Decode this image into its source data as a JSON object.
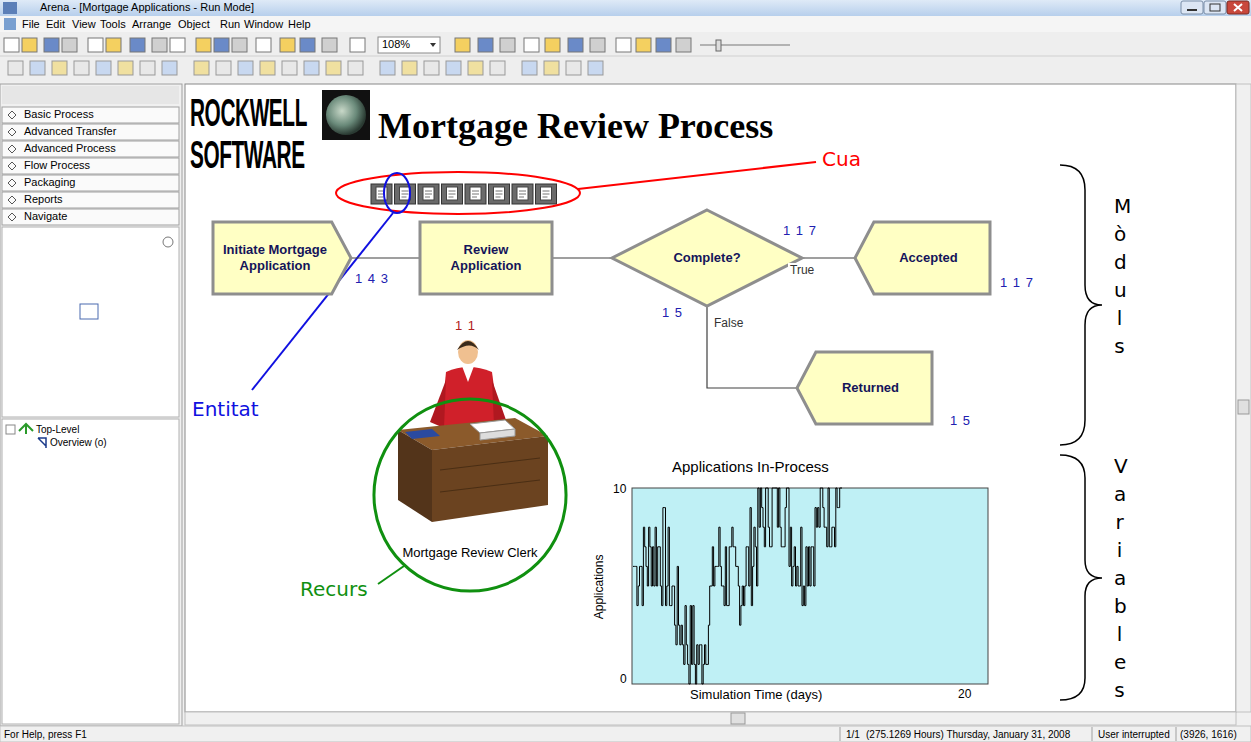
{
  "diagram": {
    "title": "Mortgage Review Process",
    "nodes": [
      {
        "text": [
          "Initiate Mortgage Application"
        ]
      },
      {
        "text": [
          "Review Application"
        ]
      },
      {
        "text": [
          "Complete?"
        ]
      },
      {
        "text": [
          "Accepted"
        ]
      },
      {
        "text": [
          "Returned"
        ]
      },
      {
        "text": [
          "Mortgage Review Clerk"
        ]
      }
    ],
    "edges": [
      {
        "from": 0,
        "to": 1,
        "arrow": "none"
      },
      {
        "from": 1,
        "to": 2,
        "arrow": "none"
      },
      {
        "from": 2,
        "to": 3,
        "label": "True",
        "arrow": "none"
      },
      {
        "from": 2,
        "to": 4,
        "label": "False",
        "arrow": "none"
      }
    ],
    "labels": [
      "Arena - [Mortgage Applications - Run Mode]",
      "File",
      "Edit",
      "View",
      "Tools",
      "Arrange",
      "Object",
      "Run",
      "Window",
      "Help",
      "108%",
      "Basic Process",
      "Advanced Transfer",
      "Advanced Process",
      "Flow Process",
      "Packaging",
      "Reports",
      "Navigate",
      "Top-Level",
      "Overview (o)",
      "ROCKWELL",
      "SOFTWARE",
      "Cua",
      "Entitat",
      "1 4 3",
      "1 1",
      "1 1 7",
      "1 5",
      "1 1 7",
      "1 5",
      "Recurs",
      "Mòduls",
      "Applications In-Process",
      "10",
      "0",
      "Applications",
      "Simulation Time (days)",
      "20",
      "Variables",
      "For Help, press F1",
      "1/1",
      "(275.1269 Hours) Thursday, January 31, 2008",
      "User interrupted",
      "(3926, 1616)"
    ]
  }
}
